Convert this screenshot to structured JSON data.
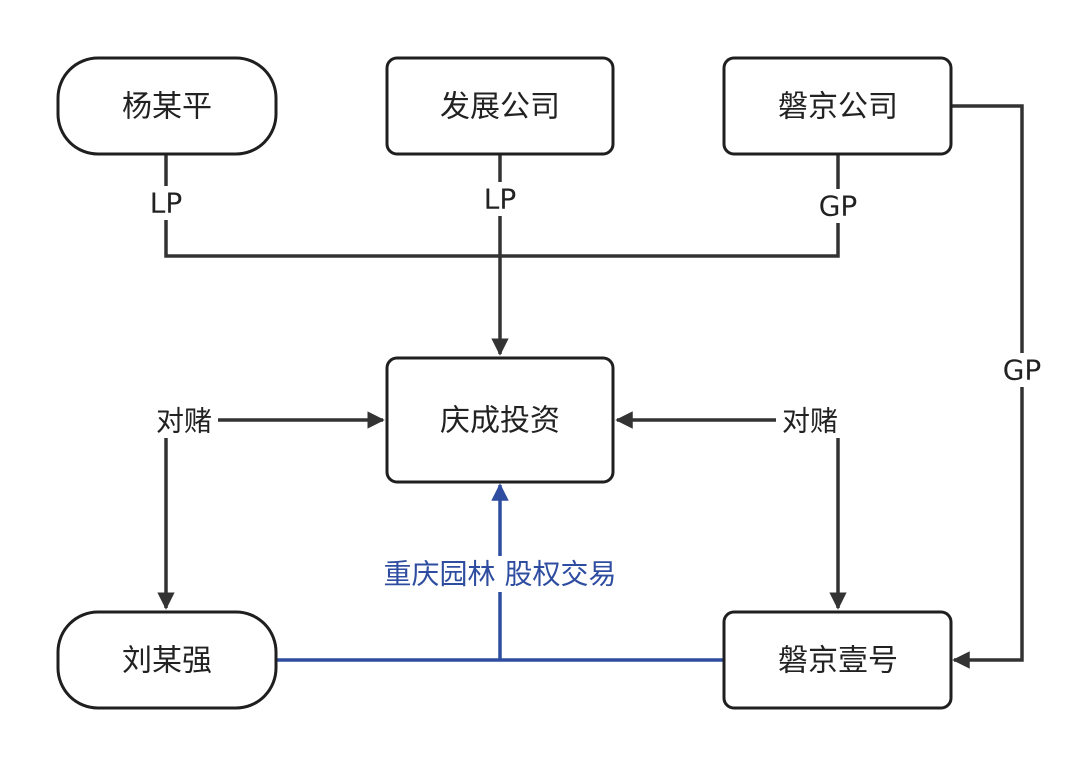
{
  "colors": {
    "stroke": "#333333",
    "box_stroke": "#1f1f1f",
    "text": "#222222",
    "accent_blue": "#2f4da0",
    "background": "#ffffff"
  },
  "nodes": {
    "yang_mouping": "杨某平",
    "fazhan_gongsi": "发展公司",
    "panjing_gongsi": "磐京公司",
    "qingcheng_touzi": "庆成投资",
    "liu_mouqiang": "刘某强",
    "panjing_yihao": "磐京壹号"
  },
  "edges": {
    "yang_to_qingcheng": "LP",
    "fazhan_to_qingcheng": "LP",
    "panjing_to_qingcheng": "GP",
    "panjing_to_yihao": "GP",
    "duidu_left": "对赌",
    "duidu_right": "对赌",
    "equity_transfer": "重庆园林 股权交易"
  }
}
